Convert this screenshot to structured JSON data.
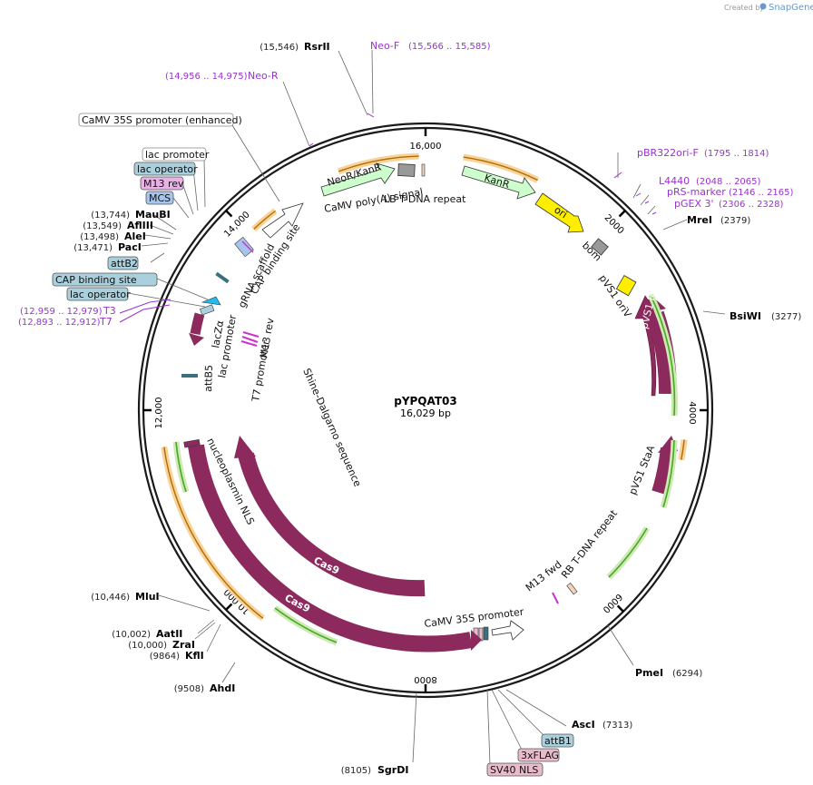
{
  "brand": {
    "created_by": "Created by",
    "name": "SnapGene"
  },
  "plasmid": {
    "name": "pYPQAT03",
    "size": "16,029 bp"
  },
  "ruler": [
    {
      "label": "16,000",
      "deg": 0.0
    },
    {
      "label": "2000",
      "deg": 45.0
    },
    {
      "label": "4000",
      "deg": 90.0
    },
    {
      "label": "6000",
      "deg": 135.5
    },
    {
      "label": "8000",
      "deg": 180.0
    },
    {
      "label": "10,000",
      "deg": 225.0
    },
    {
      "label": "12,000",
      "deg": 270.0
    },
    {
      "label": "14,000",
      "deg": 315.0
    }
  ],
  "enzymes": [
    {
      "name": "RsrII",
      "pos": "(15,546)"
    },
    {
      "name": "MreI",
      "pos": "(2379)"
    },
    {
      "name": "BsiWI",
      "pos": "(3277)"
    },
    {
      "name": "PmeI",
      "pos": "(6294)"
    },
    {
      "name": "AscI",
      "pos": "(7313)"
    },
    {
      "name": "SgrDI",
      "pos": "(8105)"
    },
    {
      "name": "AhdI",
      "pos": "(9508)"
    },
    {
      "name": "KflI",
      "pos": "(9864)"
    },
    {
      "name": "ZraI",
      "pos": "(10,000)"
    },
    {
      "name": "AatII",
      "pos": "(10,002)"
    },
    {
      "name": "MluI",
      "pos": "(10,446)"
    },
    {
      "name": "PacI",
      "pos": "(13,471)"
    },
    {
      "name": "AleI",
      "pos": "(13,498)"
    },
    {
      "name": "AflIII",
      "pos": "(13,549)"
    },
    {
      "name": "MauBI",
      "pos": "(13,744)"
    }
  ],
  "primers": [
    {
      "name": "Neo-F",
      "range": "(15,566 .. 15,585)"
    },
    {
      "name": "Neo-R",
      "range": "(14,956 .. 14,975)"
    },
    {
      "name": "pBR322ori-F",
      "range": "(1795 .. 1814)"
    },
    {
      "name": "L4440",
      "range": "(2048 .. 2065)"
    },
    {
      "name": "pRS-marker",
      "range": "(2146 .. 2165)"
    },
    {
      "name": "pGEX 3'",
      "range": "(2306 .. 2328)"
    },
    {
      "name": "T3",
      "range": "(12,959 .. 12,979)"
    },
    {
      "name": "T7",
      "range": "(12,893 .. 12,912)"
    }
  ],
  "boxed_features": [
    {
      "name": "CaMV 35S promoter (enhanced)",
      "color": "#ffffff"
    },
    {
      "name": "lac promoter",
      "color": "#ffffff"
    },
    {
      "name": "lac operator",
      "color": "#a9d0dc"
    },
    {
      "name": "M13 rev",
      "color": "#e8b2e6"
    },
    {
      "name": "MCS",
      "color": "#a7c5ec"
    },
    {
      "name": "attB2",
      "color": "#a9d0dc"
    },
    {
      "name": "CAP binding site",
      "color": "#a9d0dc"
    },
    {
      "name": "lac operator",
      "color": "#a9d0dc"
    },
    {
      "name": "attB1",
      "color": "#a9d0dc"
    },
    {
      "name": "3xFLAG",
      "color": "#e7bbcb"
    },
    {
      "name": "SV40 NLS",
      "color": "#e7bbcb"
    }
  ],
  "inner_labels": [
    "NeoR/KanR",
    "KanR",
    "ori",
    "pVS1 RepA",
    "Cas9",
    "Cas9",
    "CaMV poly(A) signal",
    "LB T-DNA repeat",
    "bom",
    "pVS1 oriV",
    "pVS1 StaA",
    "RB T-DNA repeat",
    "M13 fwd",
    "CaMV 35S promoter",
    "nucleoplasmin NLS",
    "Shine-Dalgarno sequence",
    "T7 promoter",
    "M13 rev",
    "lac promoter",
    "lacZα",
    "attB5",
    "gRNA scaffold",
    "CAP binding site"
  ],
  "colors": {
    "backbone": "#1a1a1a",
    "cas9": "#8c2a5e",
    "kanr": "#ccffcc",
    "ori": "#ffee00",
    "orf_orange": "#f0a040",
    "orf_green": "#44aa22",
    "primer": "#9933cc"
  }
}
